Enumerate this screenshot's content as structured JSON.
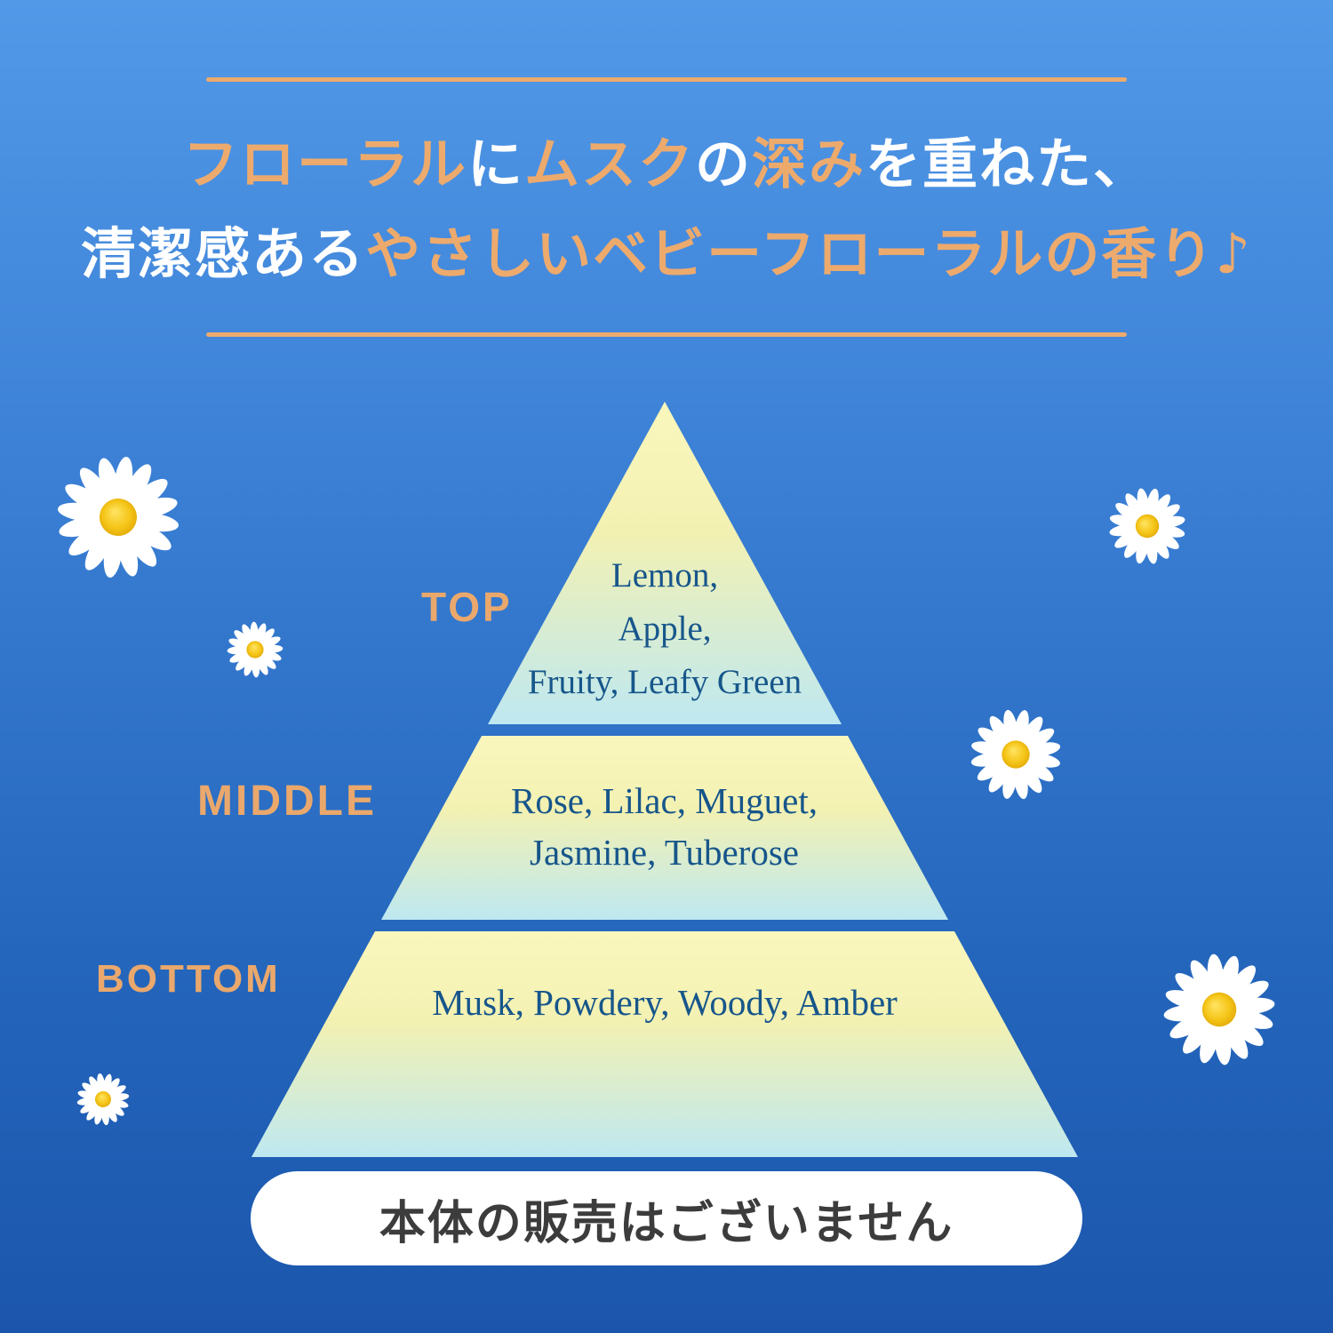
{
  "colors": {
    "background_top": "#5299e8",
    "background_bottom": "#1b56ac",
    "accent_orange": "#edaa6d",
    "headline_white": "#ffffff",
    "pyramid_gradient_top": "#faf7bd",
    "pyramid_gradient_bottom": "#bee8f1",
    "pyramid_note_text": "#17568b",
    "daisy_petal": "#ffffff",
    "daisy_center": "#f5c518",
    "pill_background": "#ffffff",
    "pill_text_color": "#3c3c3c"
  },
  "header": {
    "line1": [
      {
        "text": "フローラル",
        "color": "orange"
      },
      {
        "text": "に",
        "color": "white"
      },
      {
        "text": "ムスク",
        "color": "orange"
      },
      {
        "text": "の",
        "color": "white"
      },
      {
        "text": "深み",
        "color": "orange"
      },
      {
        "text": "を重ねた、",
        "color": "white"
      }
    ],
    "line2": [
      {
        "text": "清潔感ある",
        "color": "white"
      },
      {
        "text": "やさしいベビーフローラルの香り♪",
        "color": "orange"
      }
    ]
  },
  "pyramid": {
    "levels": [
      {
        "label": "TOP",
        "notes": [
          "Lemon,",
          "Apple,",
          "Fruity, Leafy Green"
        ]
      },
      {
        "label": "MIDDLE",
        "notes": [
          "Rose, Lilac, Muguet,",
          "Jasmine, Tuberose"
        ]
      },
      {
        "label": "BOTTOM",
        "notes": [
          "Musk, Powdery, Woody, Amber"
        ]
      }
    ]
  },
  "footer": {
    "text": "本体の販売はございません"
  }
}
